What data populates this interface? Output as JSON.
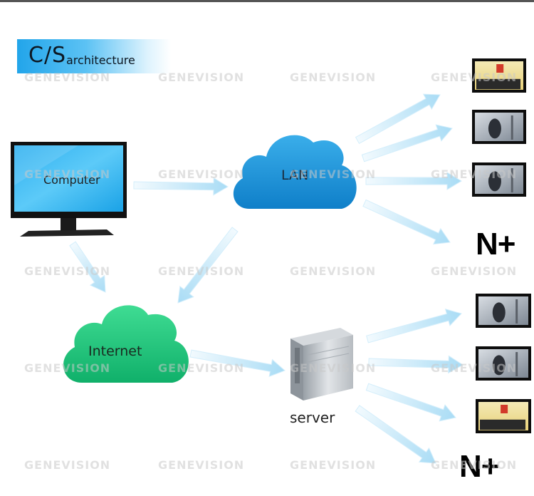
{
  "title": {
    "big": "C/S",
    "small": "architecture"
  },
  "labels": {
    "computer": "Computer",
    "lan": "LAN",
    "internet": "Internet",
    "server": "server",
    "nplus_top": "N+",
    "nplus_bottom": "N+"
  },
  "watermark": "GENEVISION",
  "colors": {
    "title_banner": "#22a5ea",
    "lan_cloud": "#1d8ed8",
    "internet_cloud": "#19c07a",
    "arrow": "#bfe5f7",
    "screen": "#31b6f2"
  }
}
